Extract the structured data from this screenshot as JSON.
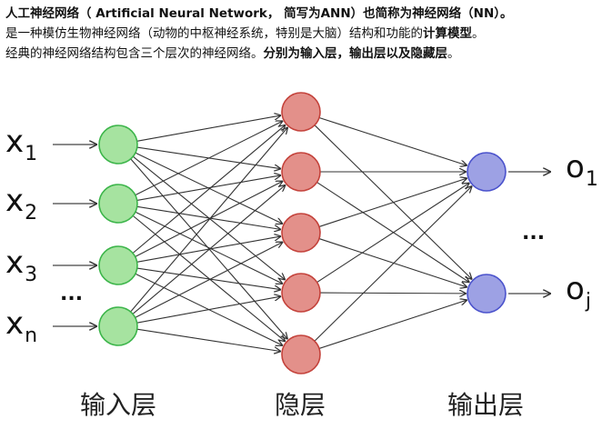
{
  "intro": {
    "line1": "人工神经网络（ Artificial Neural Network， 简写为ANN）也简称为神经网络（NN）。",
    "line2_a": "是一种模仿生物神经网络（动物的中枢神经系统，特别是大脑）结构和功能的",
    "line2_b": "计算模型",
    "line2_c": "。",
    "line3_a": "经典的神经网络结构包含三个层次的神经网络。",
    "line3_b": "分别为输入层，输出层以及隐藏层",
    "line3_c": "。"
  },
  "diagram": {
    "inputs": [
      {
        "base": "x",
        "sub": "1"
      },
      {
        "base": "x",
        "sub": "2"
      },
      {
        "base": "x",
        "sub": "3"
      },
      {
        "base": "x",
        "sub": "n"
      }
    ],
    "input_ellipsis": "...",
    "outputs": [
      {
        "base": "o",
        "sub": "1"
      },
      {
        "base": "o",
        "sub": "j"
      }
    ],
    "output_ellipsis": "...",
    "layer_labels": {
      "input": "输入层",
      "hidden": "隐层",
      "output": "输出层"
    },
    "node_counts": {
      "input": 4,
      "hidden": 5,
      "output": 2
    },
    "colors": {
      "input_fill": "#a6e3a0",
      "input_stroke": "#3cb54a",
      "hidden_fill": "#e3908a",
      "hidden_stroke": "#c4423b",
      "output_fill": "#9da1e4",
      "output_stroke": "#4a52cc"
    }
  }
}
